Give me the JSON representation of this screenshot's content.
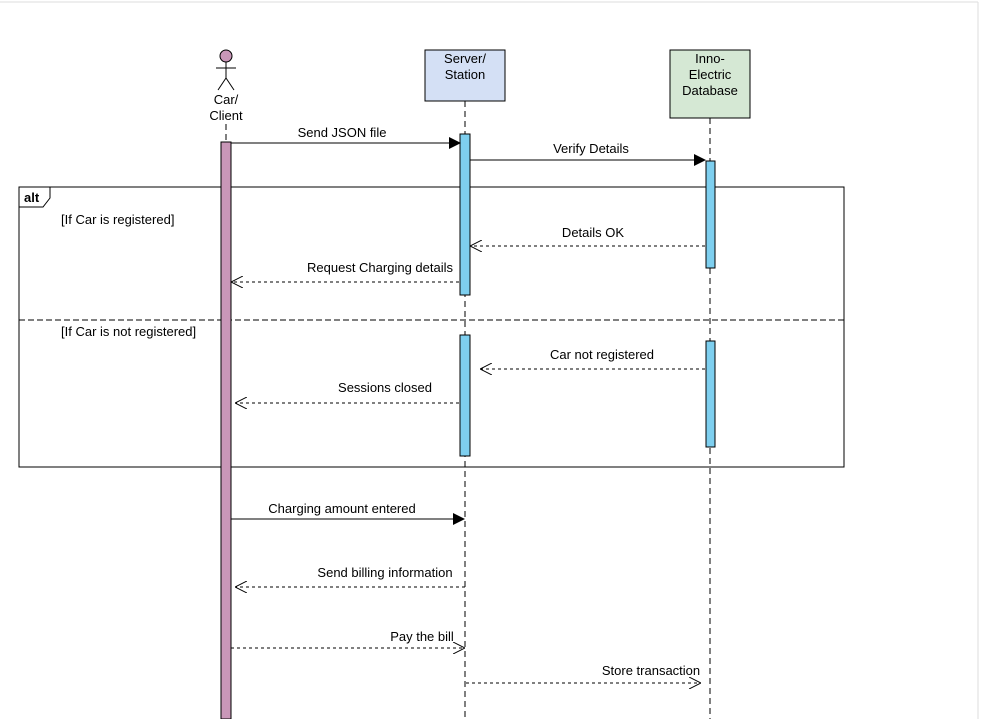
{
  "participants": {
    "car": {
      "lines": [
        "Car/",
        "Client"
      ],
      "activation_color": "#c997b8"
    },
    "server": {
      "lines": [
        "Server/",
        "Station"
      ],
      "fill": "#d4e0f5",
      "activation_color": "#7ecfef"
    },
    "db": {
      "lines": [
        "Inno-",
        "Electric",
        "Database"
      ],
      "fill": "#d5e8d4",
      "activation_color": "#7ecfef"
    }
  },
  "fragment": {
    "operator": "alt",
    "guard_registered": "[If Car is registered]",
    "guard_not_registered": "[If Car is not registered]"
  },
  "messages": {
    "send_json": "Send JSON file",
    "verify_details": "Verify Details",
    "details_ok": "Details OK",
    "request_charging": "Request Charging details",
    "car_not_registered": "Car not registered",
    "sessions_closed": "Sessions closed",
    "charging_amount": "Charging amount entered",
    "send_billing": "Send billing information",
    "pay_bill": "Pay the bill",
    "store_transaction": "Store transaction"
  }
}
